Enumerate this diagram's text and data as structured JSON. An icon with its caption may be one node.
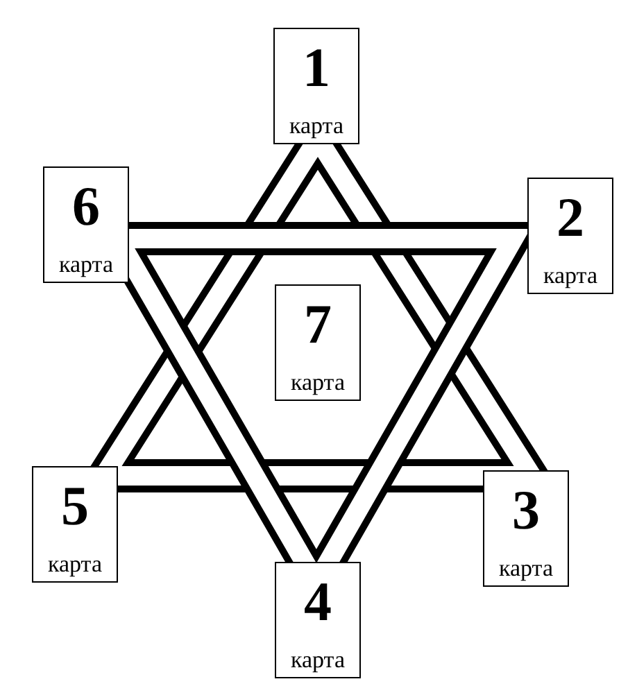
{
  "diagram": {
    "nodes": [
      {
        "text": [
          "1",
          "карта"
        ]
      },
      {
        "text": [
          "6",
          "карта"
        ]
      },
      {
        "text": [
          "2",
          "карта"
        ]
      },
      {
        "text": [
          "7",
          "карта"
        ]
      },
      {
        "text": [
          "5",
          "карта"
        ]
      },
      {
        "text": [
          "3",
          "карта"
        ]
      },
      {
        "text": [
          "4",
          "карта"
        ]
      }
    ]
  }
}
